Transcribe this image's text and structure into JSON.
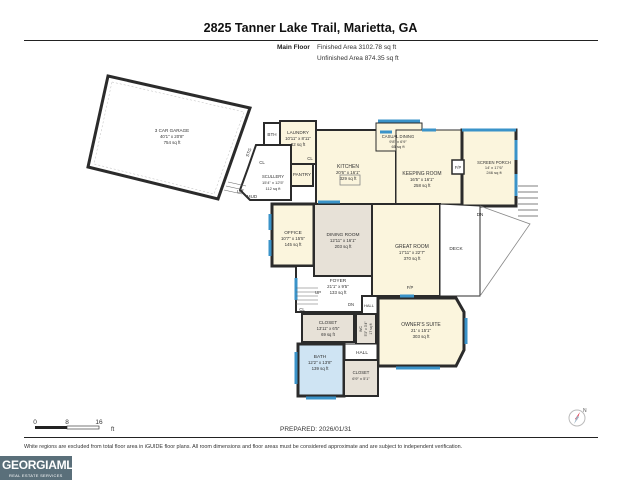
{
  "title": "2825 Tanner Lake Trail, Marietta, GA",
  "floor": "Main Floor",
  "finished_area": "Finished Area 3102.78 sq ft",
  "unfinished_area": "Unfinished Area 874.35 sq ft",
  "rooms": {
    "garage": {
      "name": "3 CAR GARAGE",
      "dims": "40'1\" x 20'8\"",
      "area": "754 sq ft"
    },
    "laundry": {
      "name": "LAUNDRY",
      "dims": "10'11\" x 8'11\"",
      "area": "82 sq ft"
    },
    "bth": {
      "name": "BTH"
    },
    "stg": {
      "name": "STG"
    },
    "cl": {
      "name": "CL"
    },
    "cl2": {
      "name": "CL"
    },
    "cl3": {
      "name": "CL"
    },
    "scullery": {
      "name": "SCULLERY",
      "dims": "15'4\" x 12'5\"",
      "area": "112 sq ft"
    },
    "pantry": {
      "name": "PANTRY"
    },
    "up": {
      "name": "UP"
    },
    "up2": {
      "name": "UP"
    },
    "mud": {
      "name": "MUD"
    },
    "kitchen": {
      "name": "KITCHEN",
      "dims": "20'6\" x 16'1\"",
      "area": "329 sq ft"
    },
    "casual_dining": {
      "name": "CASUAL DINING",
      "dims": "9'8\" x 6'9\"",
      "area": "65 sq ft"
    },
    "keeping_room": {
      "name": "KEEPING ROOM",
      "dims": "16'5\" x 16'1\"",
      "area": "258 sq ft"
    },
    "fp": {
      "name": "F/P"
    },
    "fp2": {
      "name": "F/P"
    },
    "screen_porch": {
      "name": "SCREEN PORCH",
      "dims": "14' x 17'6\"",
      "area": "246 sq ft"
    },
    "dn": {
      "name": "DN"
    },
    "dn2": {
      "name": "DN"
    },
    "office": {
      "name": "OFFICE",
      "dims": "10'7\" x 15'5\"",
      "area": "145 sq ft"
    },
    "dining": {
      "name": "DINING ROOM",
      "dims": "12'11\" x 16'1\"",
      "area": "203 sq ft"
    },
    "great_room": {
      "name": "GREAT ROOM",
      "dims": "17'11\" x 22'7\"",
      "area": "370 sq ft"
    },
    "deck": {
      "name": "DECK"
    },
    "foyer": {
      "name": "FOYER",
      "dims": "21'1\" x 9'5\"",
      "area": "133 sq ft"
    },
    "hall": {
      "name": "HALL"
    },
    "closet_big": {
      "name": "CLOSET",
      "dims": "13'11\" x 6'5\"",
      "area": "69 sq ft"
    },
    "wc": {
      "name": "WC",
      "dims": "5'3\" x 3'4\"",
      "area": "17 sq ft"
    },
    "owners_suite": {
      "name": "OWNER'S SUITE",
      "dims": "21' x 15'1\"",
      "area": "303 sq ft"
    },
    "bath": {
      "name": "BATH",
      "dims": "12'2\" x 13'8\"",
      "area": "139 sq ft"
    },
    "closet_small": {
      "name": "CLOSET",
      "dims": "6'9\" x 5'1\"",
      "area": ""
    }
  },
  "scale": {
    "t0": "0",
    "t8": "8",
    "t16": "16",
    "unit": "ft"
  },
  "prepared": "PREPARED: 2026/01/31",
  "disclaimer": "White regions are excluded from total floor area in iGUIDE floor plans. All room dimensions and floor areas must be considered approximate and are subject to independent verification.",
  "logo": {
    "line1": "GEORGIAMLS",
    "line2": "REAL ESTATE SERVICES"
  },
  "compass_label": "N",
  "colors": {
    "wall": "#2b2b2b",
    "window": "#3a93c9",
    "tan": "#fbf5dd",
    "beige": "#e7e1d7",
    "blue": "#cfe4f3",
    "white": "#ffffff",
    "compass": "#e0334a"
  }
}
